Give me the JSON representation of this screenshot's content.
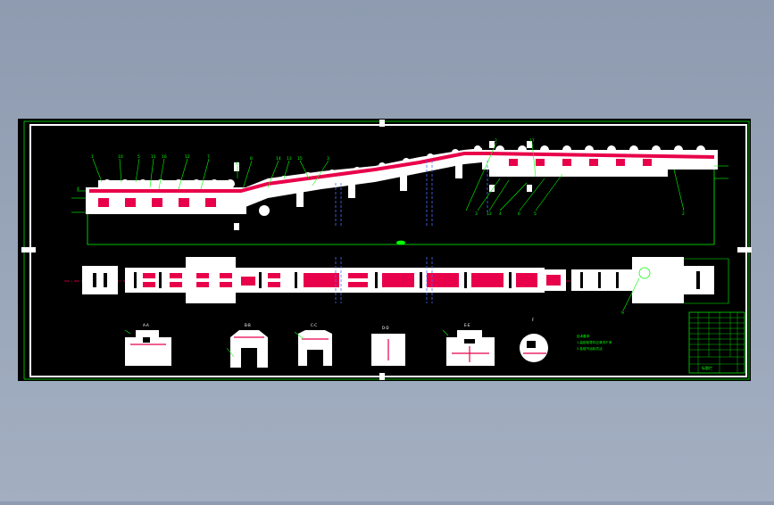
{
  "colors": {
    "background": "#97a3b6",
    "drawing_bg": "#000000",
    "frame": "#ffffff",
    "leader": "#00ff00",
    "part": "#ffffff",
    "highlight": "#e8004a",
    "hidden": "#4a6dff"
  },
  "balloons_top": [
    "1",
    "10",
    "5",
    "11",
    "16",
    "12",
    "7",
    "8",
    "6",
    "14",
    "13",
    "15",
    "3",
    "2",
    "17",
    "4"
  ],
  "balloons_bottom": [
    "3",
    "12",
    "4",
    "6",
    "5",
    "2",
    "9"
  ],
  "section_labels": [
    "A-A",
    "B-B",
    "C-C",
    "D-D",
    "E-E",
    "F"
  ],
  "tech_notes": [
    "技术要求",
    "1.装配前零件应清洗干净",
    "2.各链节运转灵活"
  ],
  "title_block_label": "标题栏"
}
